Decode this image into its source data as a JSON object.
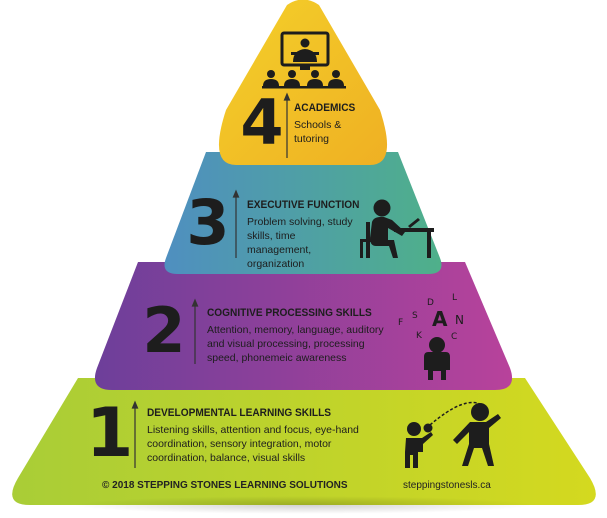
{
  "levels": [
    {
      "number": "4",
      "title": "ACADEMICS",
      "description": "Schools & tutoring",
      "icon": "teacher-classroom-icon"
    },
    {
      "number": "3",
      "title": "EXECUTIVE FUNCTION",
      "description": "Problem solving, study skills, time management, organization",
      "icon": "student-at-desk-icon"
    },
    {
      "number": "2",
      "title": "COGNITIVE PROCESSING SKILLS",
      "description": "Attention, memory, language, auditory and visual processing, processing speed, phonemeic awareness",
      "icon": "child-letters-icon",
      "letters": [
        "F",
        "S",
        "D",
        "A",
        "L",
        "N",
        "K",
        "C"
      ]
    },
    {
      "number": "1",
      "title": "DEVELOPMENTAL LEARNING SKILLS",
      "description": "Listening skills, attention and focus, eye-hand coordination, sensory integration, motor coordination, balance, visual skills",
      "icon": "ball-throw-icon"
    }
  ],
  "footer": {
    "copyright": "© 2018 STEPPING STONES LEARNING SOLUTIONS",
    "website": "steppingstonesls.ca"
  },
  "colors": {
    "academics": "#f3c325",
    "executive": "#4fa8a0",
    "cognitive": "#9c3f9c",
    "developmental": "#b9d32e",
    "text": "#1d1d1d"
  }
}
